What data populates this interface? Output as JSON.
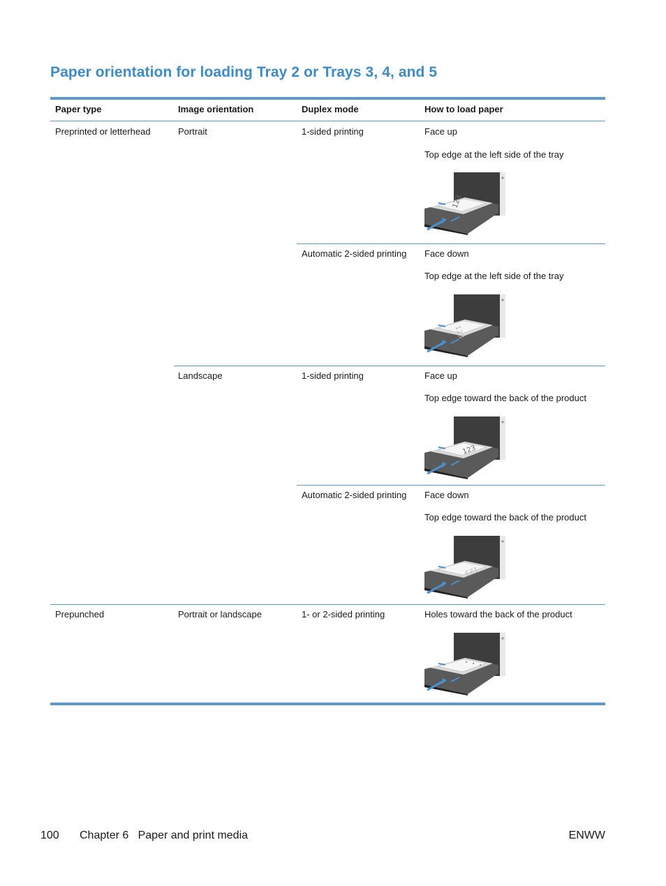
{
  "title": "Paper orientation for loading Tray 2 or Trays 3, 4, and 5",
  "table": {
    "headers": [
      "Paper type",
      "Image orientation",
      "Duplex mode",
      "How to load paper"
    ],
    "rows": [
      {
        "paper_type": "Preprinted or letterhead",
        "orientation": "Portrait",
        "duplex": "1-sided printing",
        "load_line1": "Face up",
        "load_line2": "Top edge at the left side of the tray",
        "tray_label": "123"
      },
      {
        "paper_type": "",
        "orientation": "",
        "duplex": "Automatic 2-sided printing",
        "load_line1": "Face down",
        "load_line2": "Top edge at the left side of the tray",
        "tray_label": "123"
      },
      {
        "paper_type": "",
        "orientation": "Landscape",
        "duplex": "1-sided printing",
        "load_line1": "Face up",
        "load_line2": "Top edge toward the back of the product",
        "tray_label": "123"
      },
      {
        "paper_type": "",
        "orientation": "",
        "duplex": "Automatic 2-sided printing",
        "load_line1": "Face down",
        "load_line2": "Top edge toward the back of the product",
        "tray_label": "123"
      },
      {
        "paper_type": "Prepunched",
        "orientation": "Portrait or landscape",
        "duplex": "1- or 2-sided printing",
        "load_line1": "Holes toward the back of the product",
        "load_line2": "",
        "tray_label": ""
      }
    ]
  },
  "footer": {
    "page_number": "100",
    "chapter": "Chapter 6   Paper and print media",
    "right": "ENWW"
  },
  "colors": {
    "accent": "#3b8ccc",
    "rule": "#5b9bd0",
    "arrow": "#4a90d0"
  }
}
